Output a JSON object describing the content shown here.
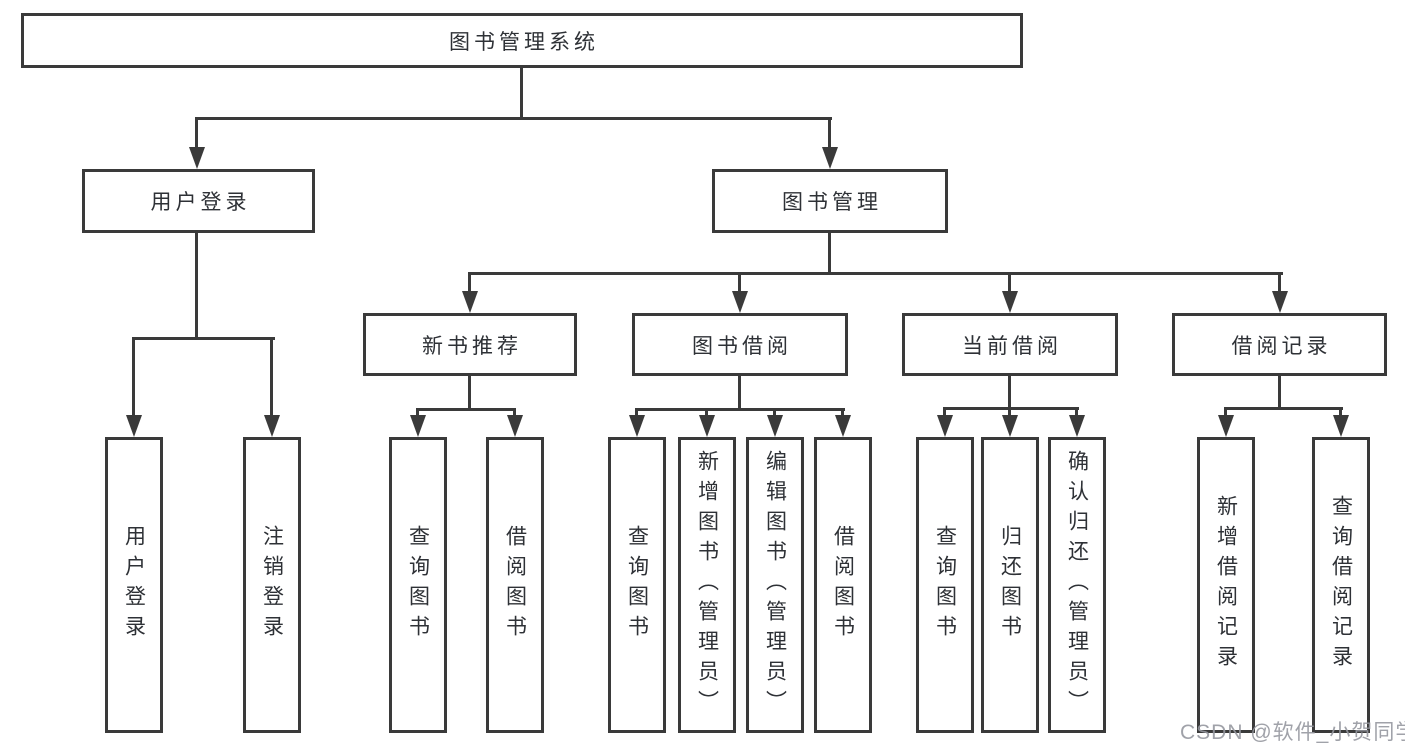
{
  "tree": {
    "root": "图书管理系统",
    "level2": [
      "用户登录",
      "图书管理"
    ],
    "level3": [
      "新书推荐",
      "图书借阅",
      "当前借阅",
      "借阅记录"
    ],
    "leaves": {
      "login": [
        "用户登录",
        "注销登录"
      ],
      "recommend": [
        "查询图书",
        "借阅图书"
      ],
      "borrow": [
        "查询图书",
        "新增图书（管理员）",
        "编辑图书（管理员）",
        "借阅图书"
      ],
      "current": [
        "查询图书",
        "归还图书",
        "确认归还（管理员）"
      ],
      "records": [
        "新增借阅记录",
        "查询借阅记录"
      ]
    }
  },
  "watermark": "CSDN @软件_小贺同学",
  "colors": {
    "line": "#3a3a3a",
    "text": "#2e3136",
    "watermark": "#96989f",
    "background": "#ffffff"
  }
}
